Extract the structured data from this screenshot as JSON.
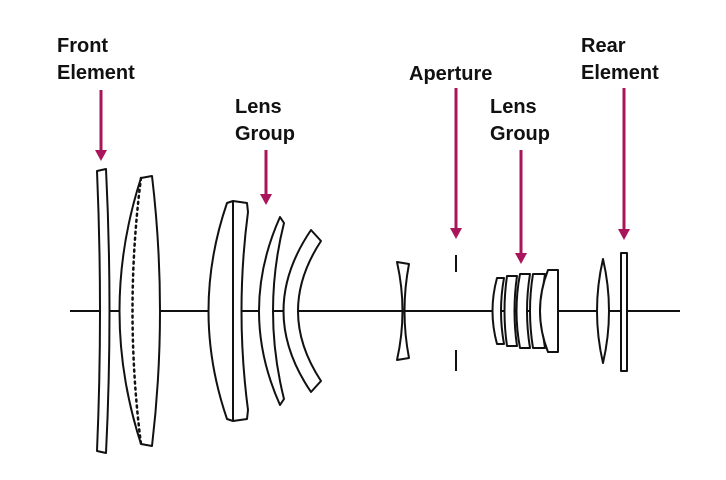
{
  "labels": {
    "front_element": {
      "line1": "Front",
      "line2": "Element"
    },
    "lens_group_1": {
      "line1": "Lens",
      "line2": "Group"
    },
    "aperture": {
      "line1": "Aperture"
    },
    "lens_group_2": {
      "line1": "Lens",
      "line2": "Group"
    },
    "rear_element": {
      "line1": "Rear",
      "line2": "Element"
    }
  },
  "colors": {
    "arrow": "#a8155a",
    "outline": "#111111",
    "background": "#ffffff"
  }
}
